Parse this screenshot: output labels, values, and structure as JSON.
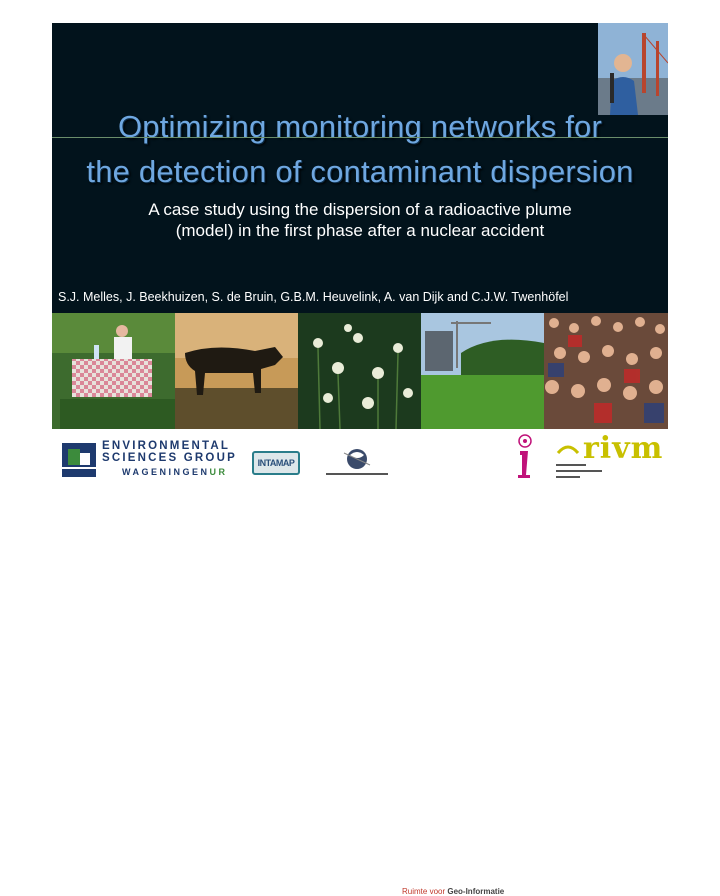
{
  "slide": {
    "title_line1": "Optimizing monitoring networks for",
    "title_line2": "the detection of contaminant dispersion",
    "subtitle_line1": "A case study using the dispersion of a radioactive plume",
    "subtitle_line2": "(model) in the first phase after a nuclear accident",
    "authors": "S.J. Melles, J. Beekhuizen, S. de Bruin, G.B.M. Heuvelink, A. van Dijk and C.J.W. Twenhöfel"
  },
  "photos": [
    {
      "name": "picnic-photo"
    },
    {
      "name": "cow-photo"
    },
    {
      "name": "flowers-photo"
    },
    {
      "name": "city-field-photo"
    },
    {
      "name": "crowd-photo"
    }
  ],
  "logos": {
    "esg_line1": "ENVIRONMENTAL",
    "esg_line2": "SCIENCES GROUP",
    "esg_line3": "WAGENINGEN",
    "esg_line3_ur": "UR",
    "intamap": "INTAMAP",
    "ruimte_prefix": "Ruimte voor",
    "ruimte_bold": "Geo-Informatie",
    "rivm": "rivm",
    "colors": {
      "esg_blue": "#1e3a6e",
      "esg_green": "#3c8b3c",
      "rivm_yellow": "#c8c000",
      "ruimte_red": "#c0392b"
    }
  }
}
